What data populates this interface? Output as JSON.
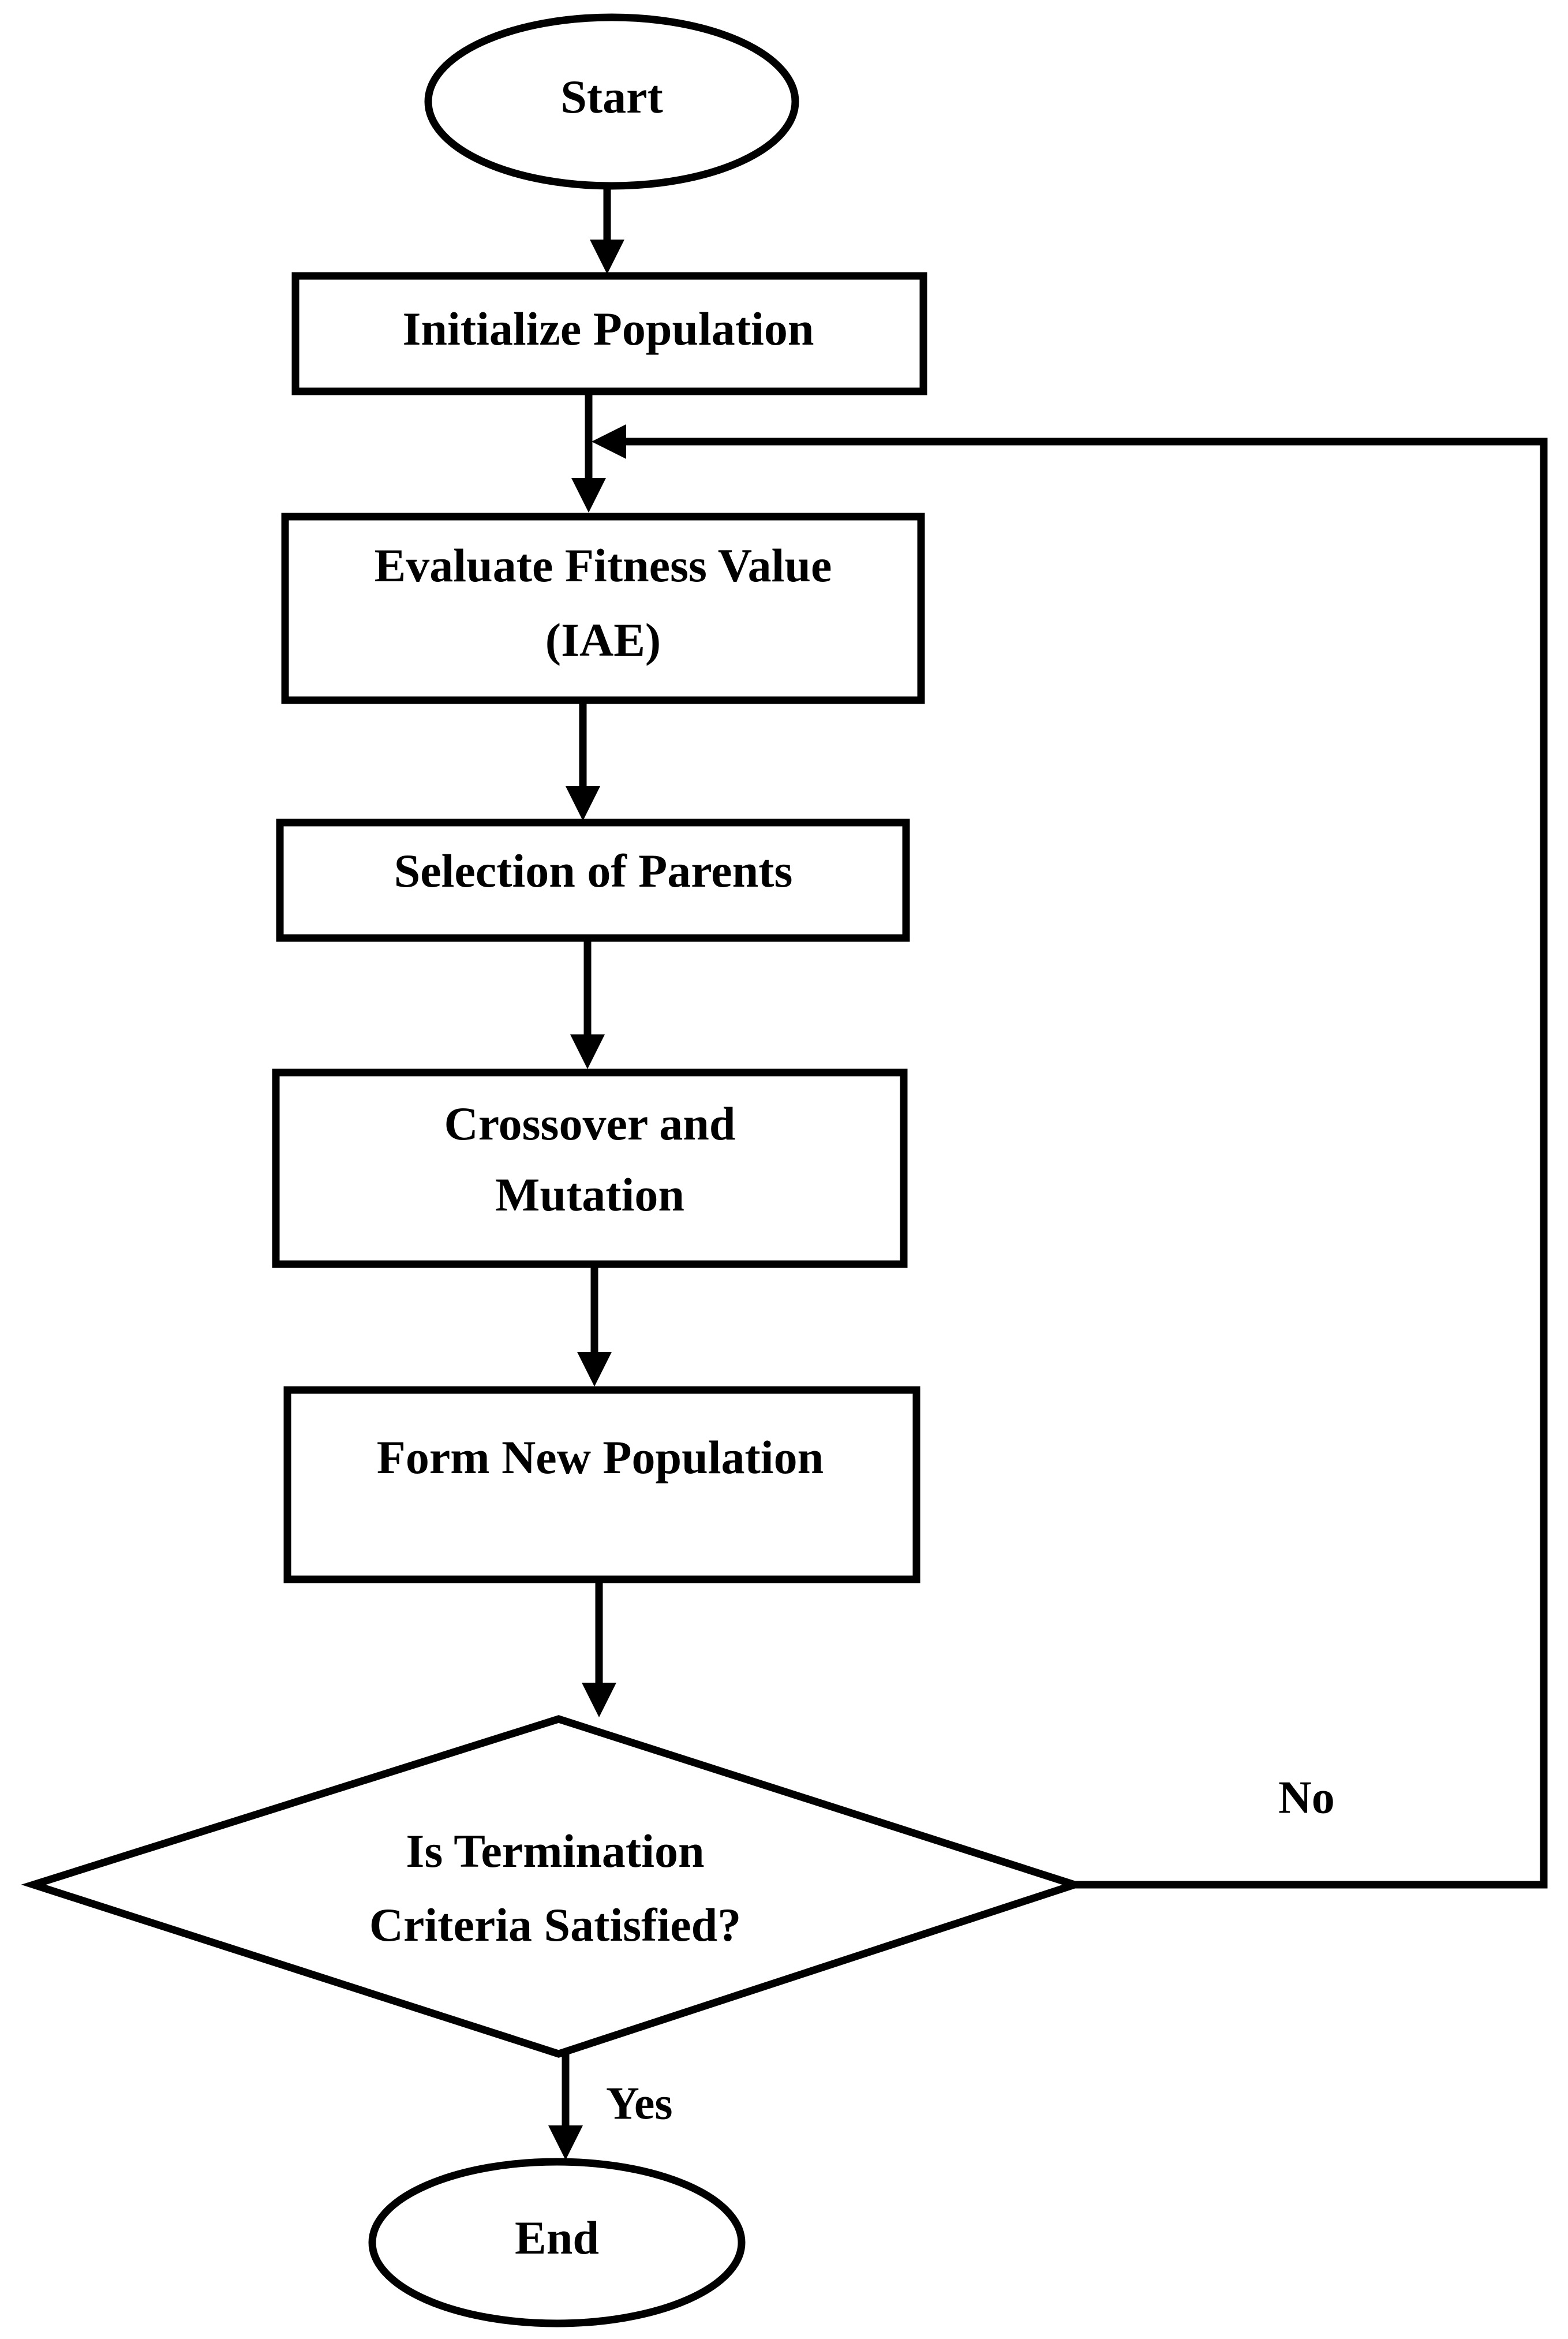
{
  "nodes": {
    "start": "Start",
    "initialize": "Initialize Population",
    "evaluate_line1": "Evaluate Fitness Value",
    "evaluate_line2": "(IAE)",
    "selection": "Selection of Parents",
    "crossover_line1": "Crossover and",
    "crossover_line2": "Mutation",
    "form": "Form New Population",
    "decision_line1": "Is Termination",
    "decision_line2": "Criteria Satisfied?",
    "end": "End"
  },
  "edges": {
    "no_label": "No",
    "yes_label": "Yes"
  }
}
